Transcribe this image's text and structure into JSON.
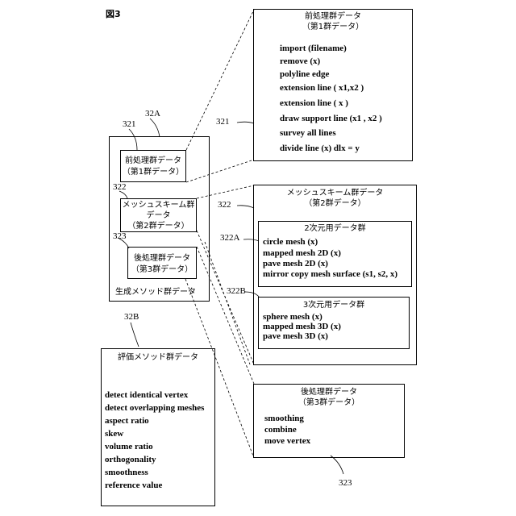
{
  "figure": {
    "title": "図3"
  },
  "refs": {
    "r32A": "32A",
    "r32B": "32B",
    "r321_left": "321",
    "r322_left": "322",
    "r323_left": "323",
    "r321_right": "321",
    "r322_right": "322",
    "r322A": "322A",
    "r322B": "322B",
    "r323_bottom": "323"
  },
  "left_group": {
    "caption": "生成メソッド群データ",
    "pre": {
      "line1": "前処理群データ",
      "line2": "（第1群データ）"
    },
    "mesh": {
      "line1": "メッシュスキーム群",
      "line2": "データ",
      "line3": "（第2群データ）"
    },
    "post": {
      "line1": "後処理群データ",
      "line2": "（第3群データ）"
    }
  },
  "pre_panel": {
    "title1": "前処理群データ",
    "title2": "（第1群データ）",
    "items": [
      "import (filename)",
      "remove (x)",
      "polyline edge",
      "extension line ( x1,x2 )",
      "extension line ( x )",
      "draw support line  (x1 , x2 )",
      "survey all lines",
      "divide line (x)  dlx = y"
    ]
  },
  "mesh_panel": {
    "title1": "メッシュスキーム群データ",
    "title2": "（第2群データ）",
    "sub2d": {
      "title": "2次元用データ群",
      "items": [
        "circle mesh (x)",
        "mapped mesh 2D (x)",
        "pave mesh  2D (x)",
        "mirror copy mesh surface (s1, s2,  x)"
      ]
    },
    "sub3d": {
      "title": "3次元用データ群",
      "items": [
        "sphere mesh (x)",
        "mapped mesh 3D (x)",
        "pave mesh  3D (x)"
      ]
    }
  },
  "post_panel": {
    "title1": "後処理群データ",
    "title2": "（第3群データ）",
    "items": [
      "smoothing",
      "combine",
      "move vertex"
    ]
  },
  "eval_panel": {
    "title": "評価メソッド群データ",
    "items": [
      "detect identical vertex",
      "detect overlapping meshes",
      "aspect ratio",
      "skew",
      "volume ratio",
      "orthogonality",
      "smoothness",
      "reference value"
    ]
  }
}
